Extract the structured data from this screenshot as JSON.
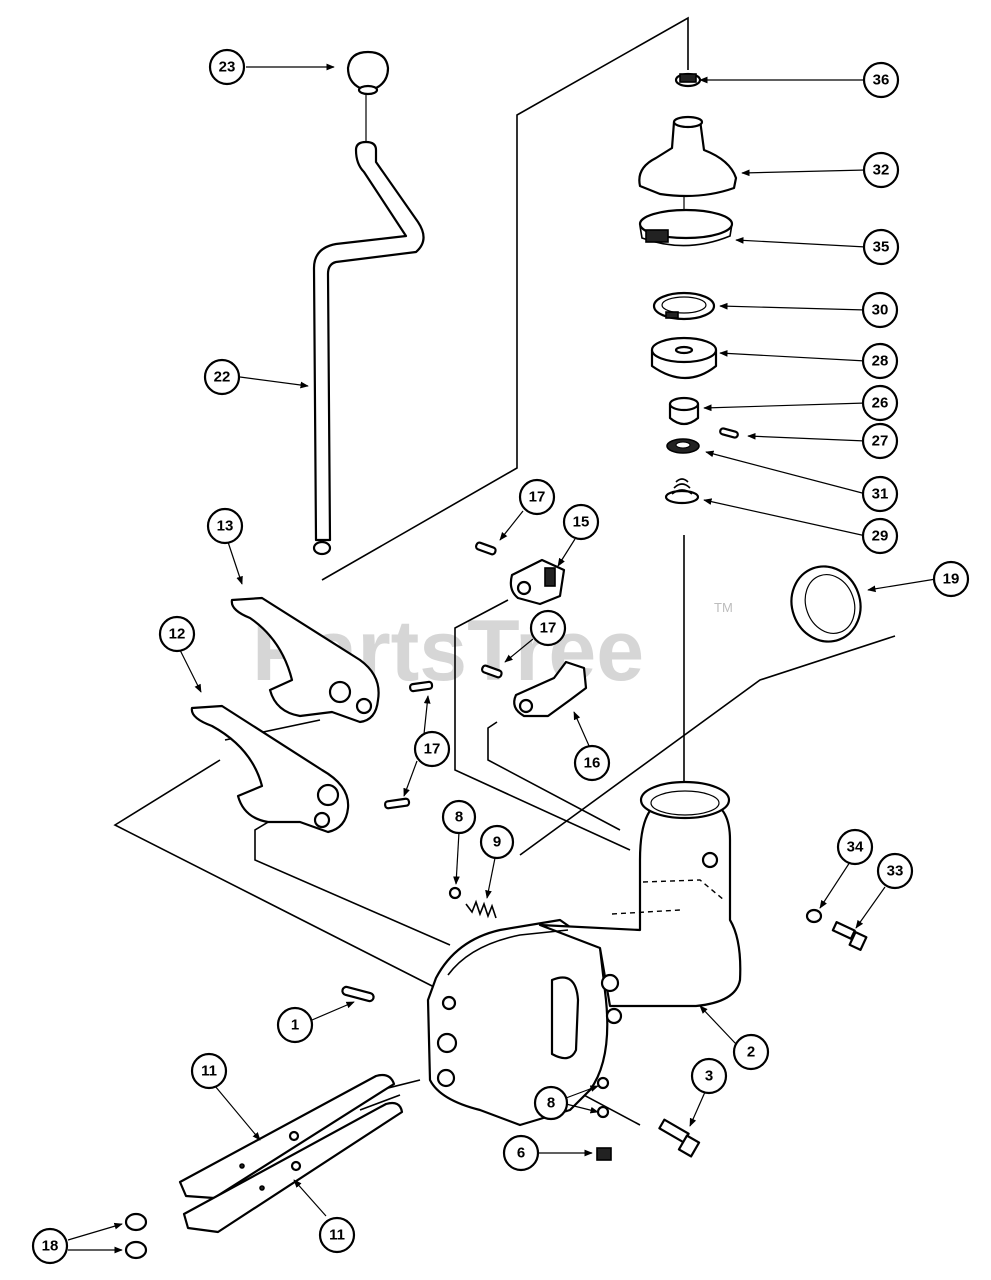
{
  "watermark": {
    "text": "PartsTree",
    "tm": "TM"
  },
  "callouts": [
    {
      "id": "c23",
      "label": "23"
    },
    {
      "id": "c22",
      "label": "22"
    },
    {
      "id": "c13",
      "label": "13"
    },
    {
      "id": "c12",
      "label": "12"
    },
    {
      "id": "c17a",
      "label": "17"
    },
    {
      "id": "c15",
      "label": "15"
    },
    {
      "id": "c17b",
      "label": "17"
    },
    {
      "id": "c16",
      "label": "16"
    },
    {
      "id": "c17c",
      "label": "17"
    },
    {
      "id": "c36",
      "label": "36"
    },
    {
      "id": "c32",
      "label": "32"
    },
    {
      "id": "c35",
      "label": "35"
    },
    {
      "id": "c30",
      "label": "30"
    },
    {
      "id": "c28",
      "label": "28"
    },
    {
      "id": "c26",
      "label": "26"
    },
    {
      "id": "c27",
      "label": "27"
    },
    {
      "id": "c31",
      "label": "31"
    },
    {
      "id": "c29",
      "label": "29"
    },
    {
      "id": "c19",
      "label": "19"
    },
    {
      "id": "c8a",
      "label": "8"
    },
    {
      "id": "c9",
      "label": "9"
    },
    {
      "id": "c34",
      "label": "34"
    },
    {
      "id": "c33",
      "label": "33"
    },
    {
      "id": "c1",
      "label": "1"
    },
    {
      "id": "c2",
      "label": "2"
    },
    {
      "id": "c11a",
      "label": "11"
    },
    {
      "id": "c3",
      "label": "3"
    },
    {
      "id": "c8b",
      "label": "8"
    },
    {
      "id": "c6",
      "label": "6"
    },
    {
      "id": "c18",
      "label": "18"
    },
    {
      "id": "c11b",
      "label": "11"
    }
  ]
}
